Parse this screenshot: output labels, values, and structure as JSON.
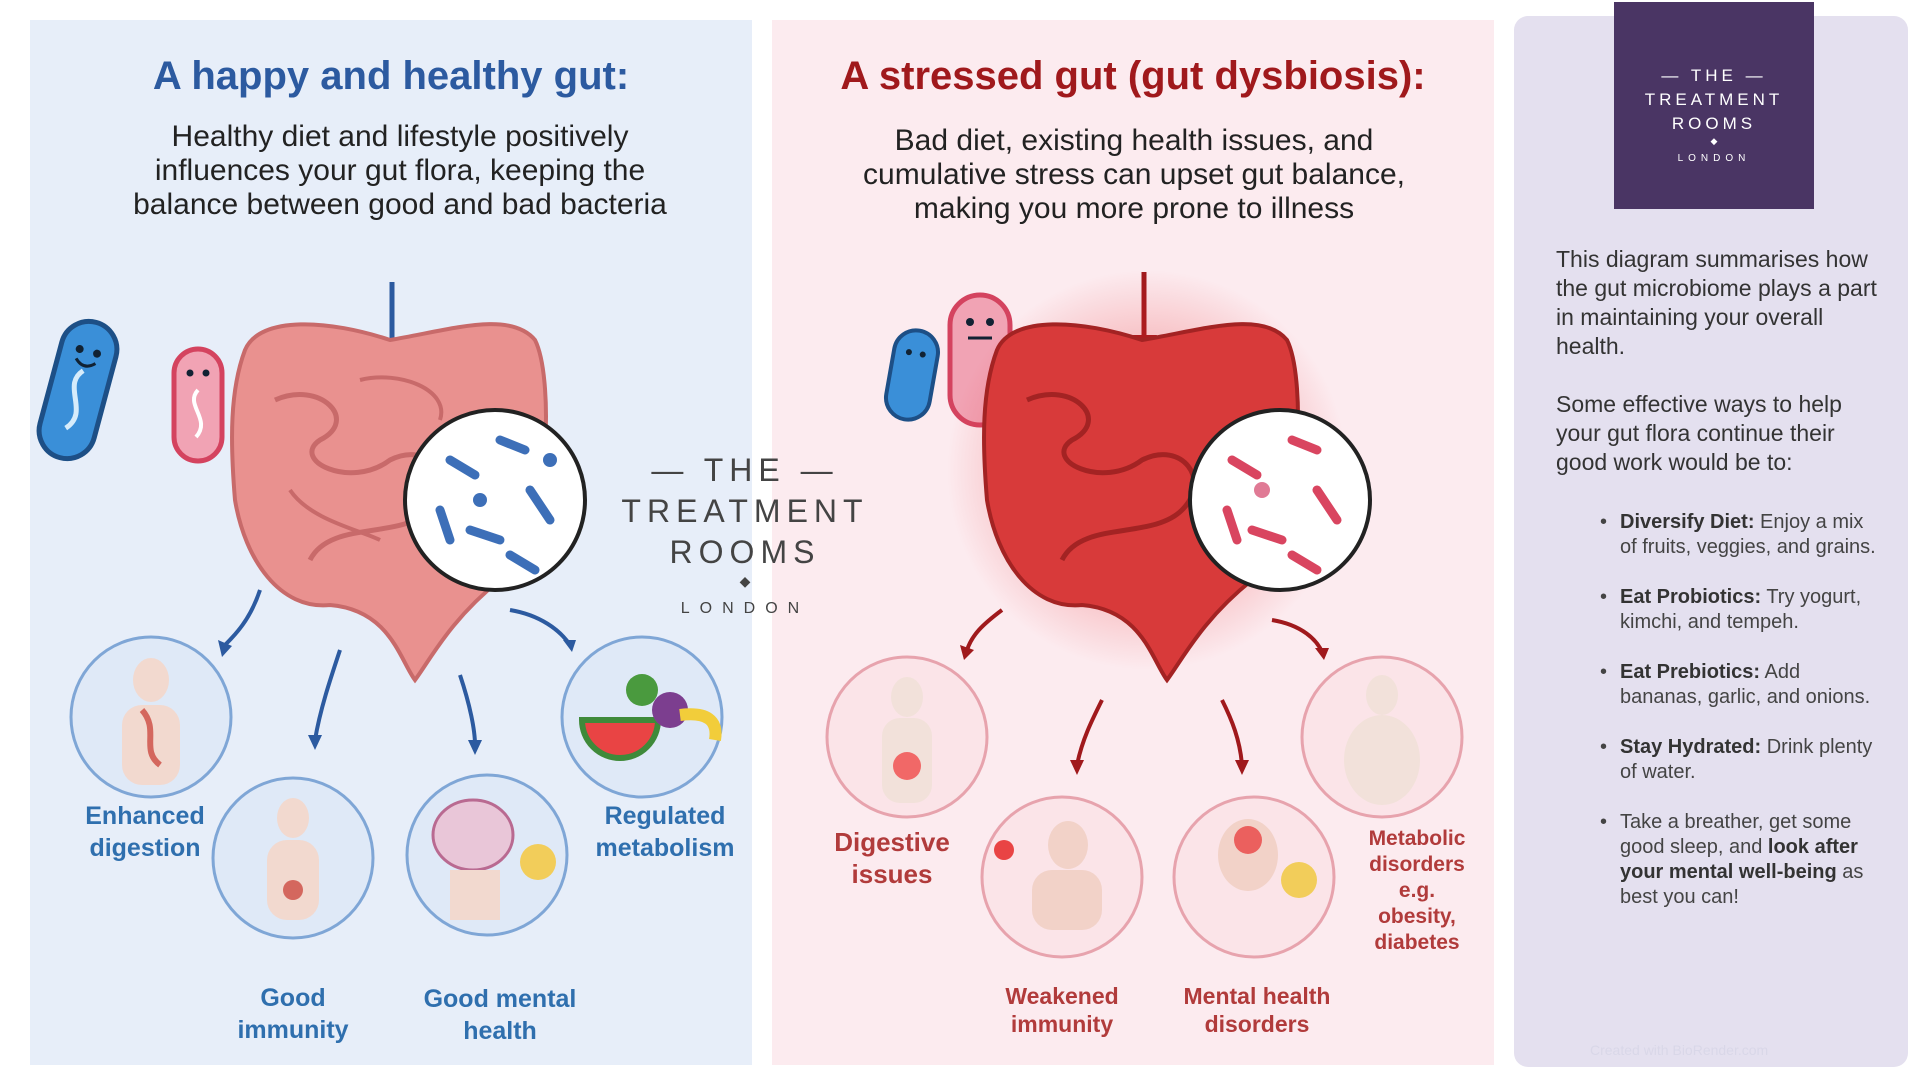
{
  "left": {
    "title": "A happy and healthy gut:",
    "subtitle": "Healthy diet and lifestyle positively influences your gut flora, keeping the balance between good and bad bacteria",
    "labels": {
      "digestion_1": "Enhanced",
      "digestion_2": "digestion",
      "immunity_1": "Good",
      "immunity_2": "immunity",
      "mental_1": "Good mental",
      "mental_2": "health",
      "metabolism_1": "Regulated",
      "metabolism_2": "metabolism"
    }
  },
  "right": {
    "title": "A stressed gut (gut dysbiosis):",
    "subtitle": "Bad diet, existing health issues, and cumulative stress can upset gut balance, making you more prone to illness",
    "labels": {
      "digestive_1": "Digestive",
      "digestive_2": "issues",
      "immunity_1": "Weakened",
      "immunity_2": "immunity",
      "mental_1": "Mental health",
      "mental_2": "disorders",
      "metabolic_1": "Metabolic",
      "metabolic_2": "disorders",
      "metabolic_3": "e.g.",
      "metabolic_4": "obesity,",
      "metabolic_5": "diabetes"
    }
  },
  "logo": {
    "line1": "THE",
    "line2": "TREATMENT",
    "line3": "ROOMS",
    "line4": "LONDON"
  },
  "watermark": {
    "line1": "THE",
    "line2": "TREATMENT",
    "line3": "ROOMS",
    "line4": "LONDON"
  },
  "sidebar": {
    "intro": "This diagram summarises how the gut microbiome plays a part in maintaining your overall health.",
    "lead": "Some effective ways to help your gut flora continue their good work would be to:",
    "tips": [
      {
        "bold": "Diversify Diet:",
        "text": " Enjoy a mix of fruits, veggies, and grains."
      },
      {
        "bold": "Eat Probiotics:",
        "text": " Try yogurt, kimchi, and tempeh."
      },
      {
        "bold": "Eat Prebiotics:",
        "text": " Add bananas, garlic, and onions."
      },
      {
        "bold": "Stay Hydrated:",
        "text": " Drink plenty of water."
      },
      {
        "pre": "Take a breather, get some good sleep, and ",
        "bold": "look after your mental well-being",
        "text": " as best you can!"
      }
    ],
    "credit": "Created with BioRender.com"
  },
  "colors": {
    "healthy_bg": "#e7eef9",
    "stressed_bg": "#fcebef",
    "side_bg": "#e4e0ef",
    "healthy_accent": "#2c5aa0",
    "stressed_accent": "#a0191c",
    "logo_bg": "#4a3564"
  },
  "icons": [
    "happy-bacteria-icon",
    "healthy-intestine-icon",
    "microbiome-magnifier-icon",
    "angry-bacteria-icon",
    "inflamed-intestine-icon",
    "digestive-system-icon",
    "immune-body-icon",
    "brain-happy-icon",
    "fruit-vegetables-icon",
    "sick-person-icon",
    "stomach-pain-icon",
    "headache-icon",
    "obese-person-icon"
  ]
}
